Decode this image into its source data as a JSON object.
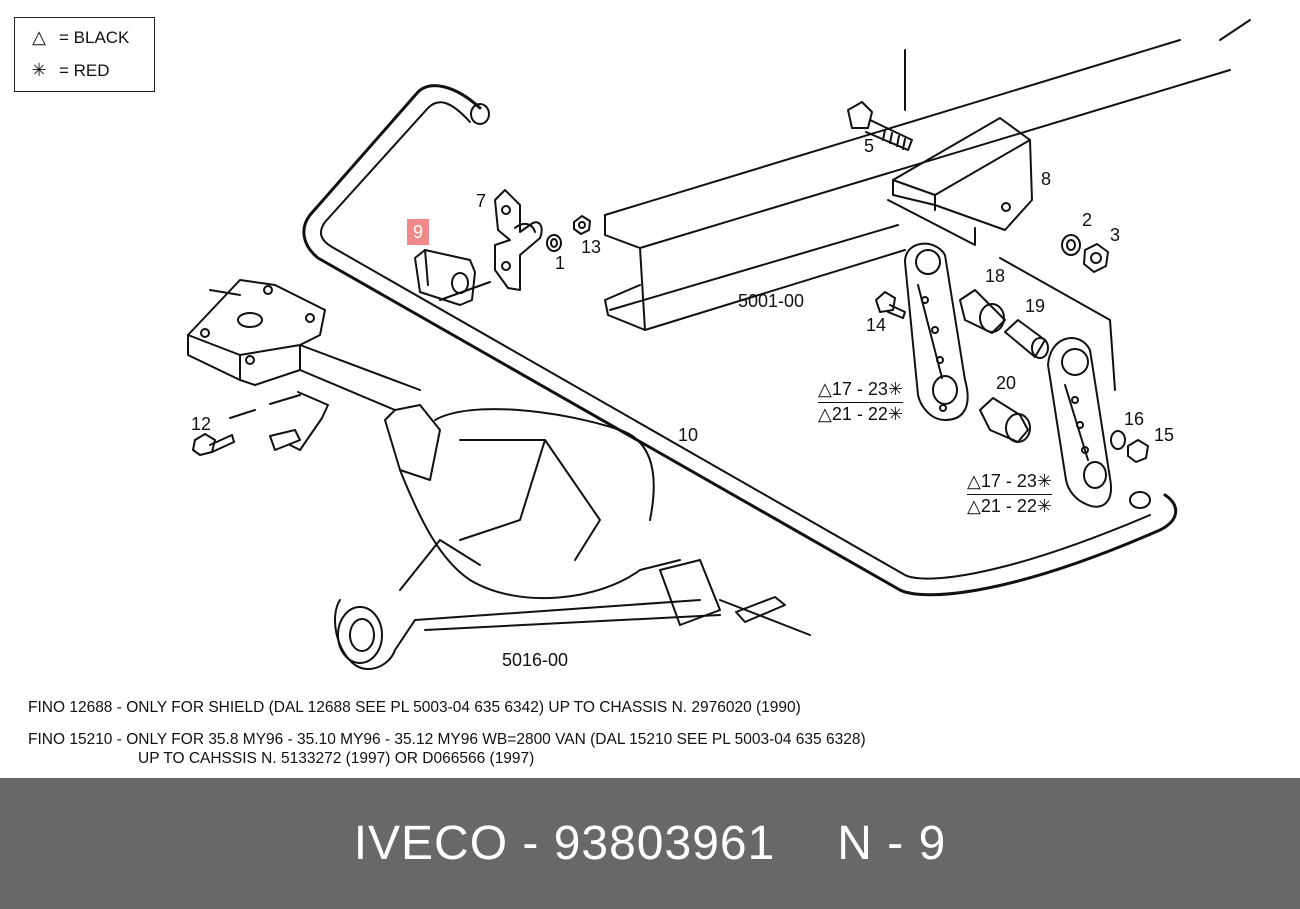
{
  "legend": {
    "items": [
      {
        "symbol": "△",
        "text": "= BLACK"
      },
      {
        "symbol": "✳",
        "text": "= RED"
      }
    ]
  },
  "callouts": {
    "c9": "9",
    "c7": "7",
    "c1": "1",
    "c13": "13",
    "c5": "5",
    "c8": "8",
    "c2": "2",
    "c3": "3",
    "c18": "18",
    "c19": "19",
    "c14": "14",
    "c20": "20",
    "c16": "16",
    "c15": "15",
    "c10": "10",
    "c12": "12"
  },
  "references": {
    "frame": "5001-00",
    "axle": "5016-00"
  },
  "fractions": {
    "left": {
      "top": "△17 - 23✳",
      "bottom": "△21 - 22✳"
    },
    "right": {
      "top": "△17 - 23✳",
      "bottom": "△21 - 22✳"
    }
  },
  "notes": {
    "line1": "FINO 12688 - ONLY FOR SHIELD (DAL 12688 SEE PL 5003-04 635 6342) UP TO CHASSIS N. 2976020 (1990)",
    "line2": "FINO 15210 - ONLY FOR 35.8 MY96 - 35.10 MY96 - 35.12 MY96 WB=2800 VAN (DAL 15210 SEE PL 5003-04 635 6328)",
    "line3": "UP TO CAHSSIS N. 5133272 (1997) OR D066566 (1997)"
  },
  "footer": {
    "brand_part": "IVECO - 93803961",
    "position": "N - 9"
  },
  "colors": {
    "highlight": "#f08a8a",
    "footer_bg": "#686868",
    "line": "#111111"
  }
}
